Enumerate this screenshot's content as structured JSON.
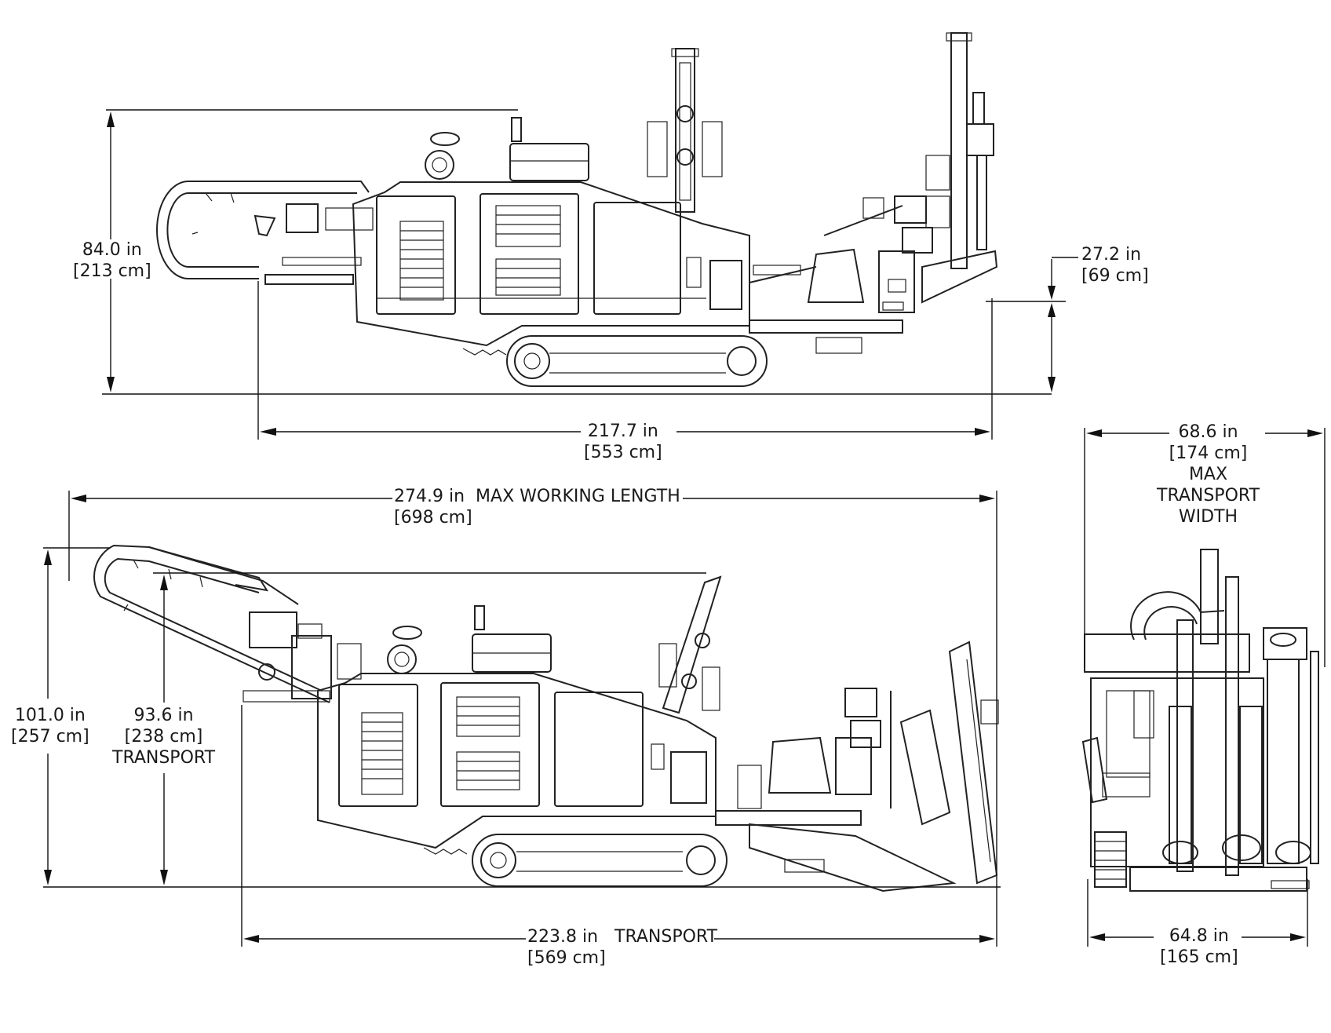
{
  "colors": {
    "line": "#222222",
    "background": "#ffffff"
  },
  "side_view": {
    "height": {
      "value": "84.0 in",
      "metric": "[213 cm]"
    },
    "rear_clearance": {
      "value": "27.2 in",
      "metric": "[69 cm]"
    },
    "length": {
      "value": "217.7 in",
      "metric": "[553 cm]"
    }
  },
  "transport_view": {
    "max_working_length": {
      "value": "274.9 in",
      "label": "MAX WORKING LENGTH",
      "metric": "[698 cm]"
    },
    "max_height": {
      "value": "101.0 in",
      "metric": "[257 cm]"
    },
    "transport_height": {
      "value": "93.6 in",
      "metric": "[238 cm]",
      "label": "TRANSPORT"
    },
    "transport_length": {
      "value": "223.8 in",
      "label": "TRANSPORT",
      "metric": "[569 cm]"
    }
  },
  "rear_view": {
    "max_width": {
      "value": "68.6 in",
      "metric": "[174 cm]",
      "label_1": "MAX",
      "label_2": "TRANSPORT",
      "label_3": "WIDTH"
    },
    "track_width": {
      "value": "64.8 in",
      "metric": "[165 cm]"
    }
  }
}
